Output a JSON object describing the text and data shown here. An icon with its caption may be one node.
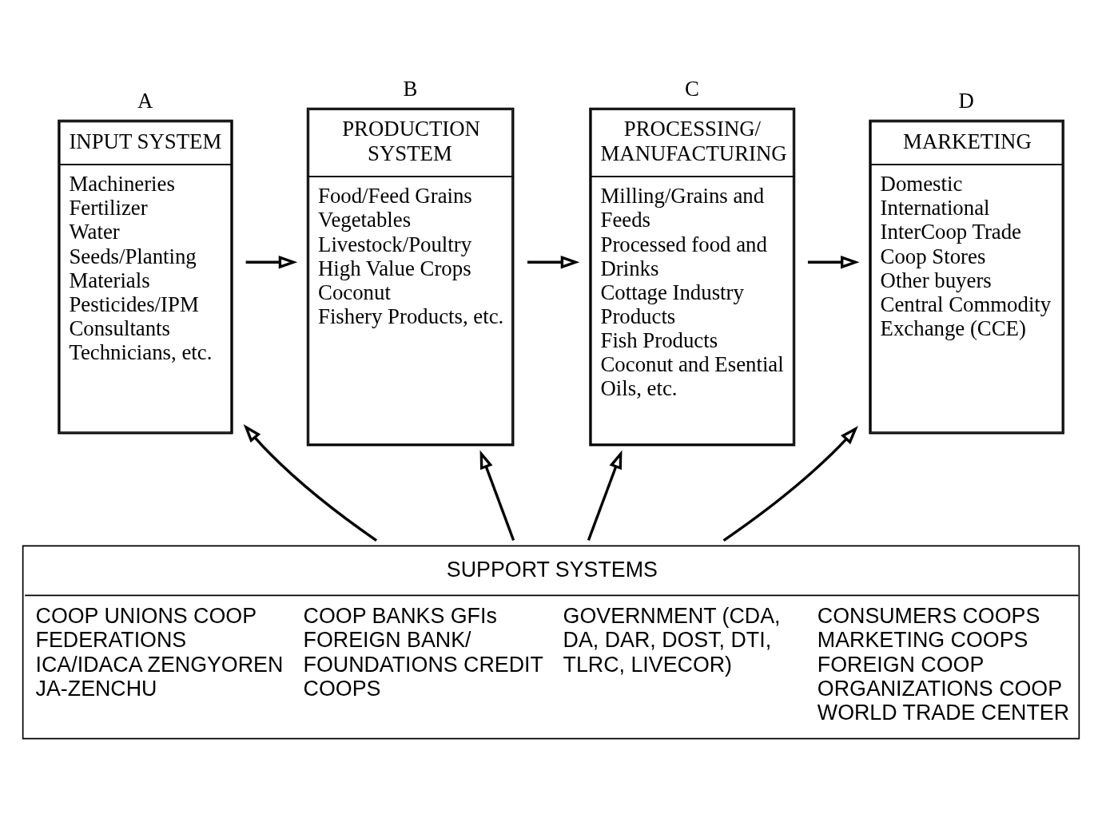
{
  "diagram": {
    "nodes": [
      {
        "text": [
          "INPUT SYSTEM",
          "Machineries",
          "Fertilizer",
          "Water",
          "Seeds/Planting Materials",
          "Pesticides/IPM",
          "Consultants",
          "Technicians, etc."
        ],
        "beside": [
          "A"
        ]
      },
      {
        "text": [
          "PRODUCTION SYSTEM",
          "Food/Feed Grains",
          "Vegetables",
          "Livestock/Poultry",
          "High Value Crops",
          "Coconut",
          "Fishery Products, etc."
        ],
        "beside": [
          "B"
        ]
      },
      {
        "text": [
          "PROCESSING/ MANUFACTURING",
          "Milling/Grains and Feeds",
          "Processed food and Drinks",
          "Cottage Industry Products",
          "Fish Products",
          "Coconut and Esential Oils, etc."
        ],
        "beside": [
          "C"
        ]
      },
      {
        "text": [
          "MARKETING",
          "Domestic",
          "International",
          "InterCoop Trade",
          "Coop Stores",
          "Other buyers",
          "Central Commodity Exchange (CCE)"
        ],
        "beside": [
          "D"
        ]
      },
      {
        "text": [
          "SUPPORT SYSTEMS",
          "COOP UNIONS COOP FEDERATIONS ICA/IDACA ZENGYOREN JA-ZENCHU",
          "COOP BANKS GFIs FOREIGN BANK/ FOUNDATIONS CREDIT COOPS",
          "GOVERNMENT (CDA, DA, DAR, DOST, DTI, TLRC, LIVECOR)",
          "CONSUMERS COOPS MARKETING COOPS FOREIGN COOP ORGANIZATIONS COOP WORLD TRADE CENTER"
        ]
      }
    ],
    "edges": [
      {
        "from": 0,
        "to": 1,
        "arrow": "to"
      },
      {
        "from": 1,
        "to": 2,
        "arrow": "to"
      },
      {
        "from": 2,
        "to": 3,
        "arrow": "to"
      },
      {
        "from": 4,
        "to": 0,
        "arrow": "to"
      },
      {
        "from": 4,
        "to": 1,
        "arrow": "to"
      },
      {
        "from": 4,
        "to": 2,
        "arrow": "to"
      },
      {
        "from": 4,
        "to": 3,
        "arrow": "to"
      }
    ]
  }
}
